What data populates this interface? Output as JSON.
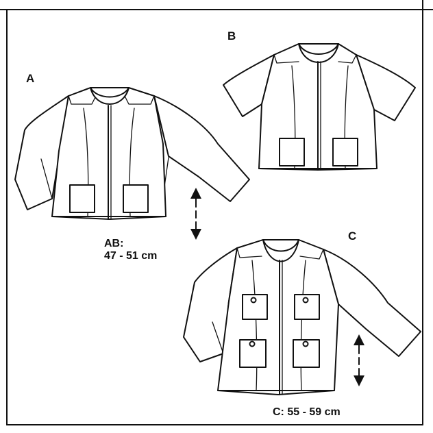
{
  "views": {
    "a": {
      "label": "A"
    },
    "b": {
      "label": "B"
    },
    "c": {
      "label": "C"
    }
  },
  "measurements": {
    "ab_line1": "AB:",
    "ab_line2": "47 - 51 cm",
    "c": "C: 55 - 59 cm"
  },
  "colors": {
    "line": "#111111",
    "background": "#ffffff"
  },
  "icons": {
    "length_arrow_ab": "double-headed-dashed-arrow-icon",
    "length_arrow_c": "double-headed-dashed-arrow-icon"
  }
}
